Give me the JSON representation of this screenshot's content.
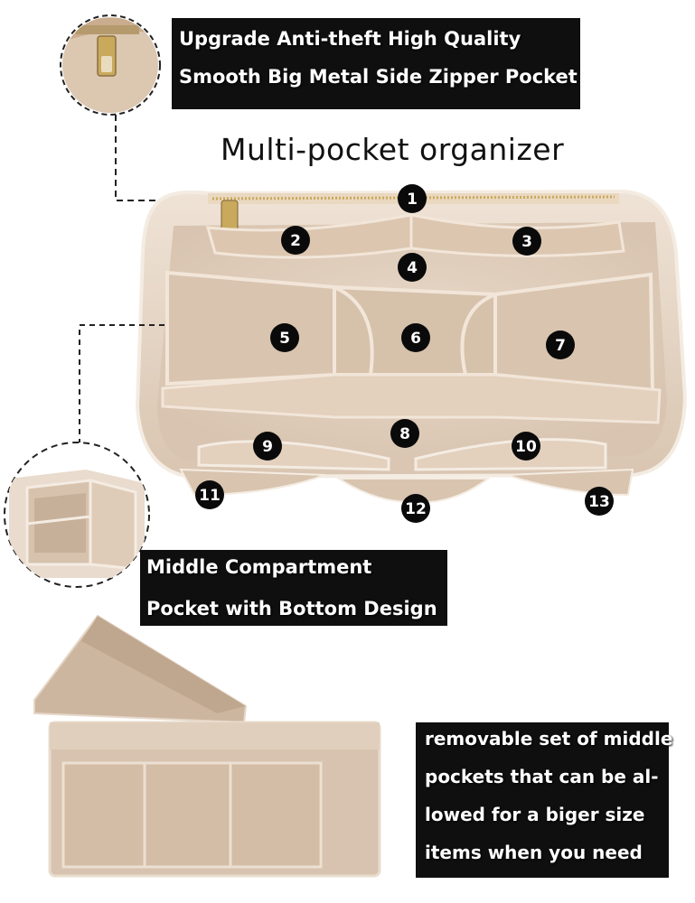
{
  "labels": {
    "zipper": [
      "Upgrade Anti-theft High Quality",
      "Smooth Big Metal Side Zipper Pocket"
    ],
    "title": "Multi-pocket organizer",
    "middle": [
      "Middle Compartment",
      "Pocket with Bottom Design"
    ],
    "removable": [
      "removable set of middle",
      "pockets that can be al-",
      "lowed for a biger size",
      "items when you need"
    ]
  },
  "pocket_numbers": [
    "1",
    "2",
    "3",
    "4",
    "5",
    "6",
    "7",
    "8",
    "9",
    "10",
    "11",
    "12",
    "13"
  ],
  "colors": {
    "felt": "#e6d4c3",
    "felt_dark": "#cdb7a2",
    "felt_edge": "#f2e6d9",
    "label_bg": "#0f0f0f",
    "badge": "#0a0a0a",
    "zipper_gold": "#c9a95c"
  }
}
